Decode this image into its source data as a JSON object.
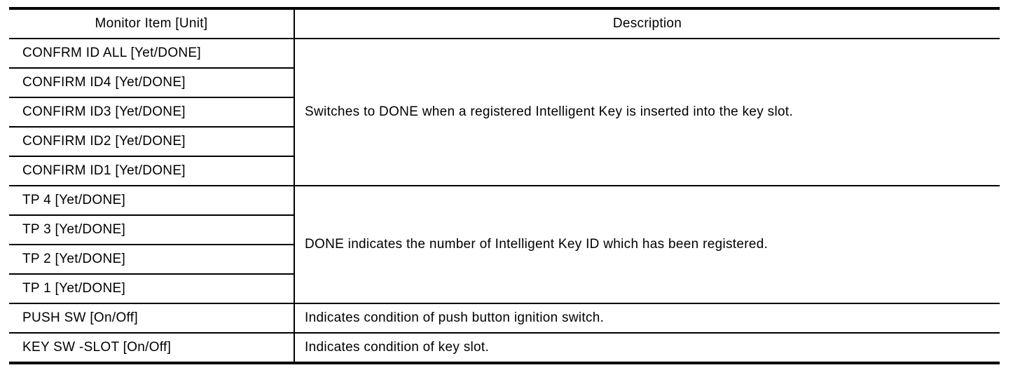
{
  "table": {
    "header": {
      "item": "Monitor Item [Unit]",
      "description": "Description"
    },
    "groups": [
      {
        "items": [
          "CONFRM ID ALL [Yet/DONE]",
          "CONFIRM ID4 [Yet/DONE]",
          "CONFIRM ID3 [Yet/DONE]",
          "CONFIRM ID2 [Yet/DONE]",
          "CONFIRM ID1 [Yet/DONE]"
        ],
        "description": "Switches to DONE when a registered Intelligent Key is inserted into the key slot."
      },
      {
        "items": [
          "TP 4 [Yet/DONE]",
          "TP 3 [Yet/DONE]",
          "TP 2 [Yet/DONE]",
          "TP 1 [Yet/DONE]"
        ],
        "description": "DONE indicates the number of Intelligent Key ID which has been registered."
      },
      {
        "items": [
          "PUSH SW [On/Off]"
        ],
        "description": "Indicates condition of push button ignition switch."
      },
      {
        "items": [
          "KEY SW -SLOT [On/Off]"
        ],
        "description": "Indicates condition of key slot."
      }
    ]
  },
  "colors": {
    "text": "#000000",
    "border": "#000000",
    "background": "#ffffff"
  }
}
